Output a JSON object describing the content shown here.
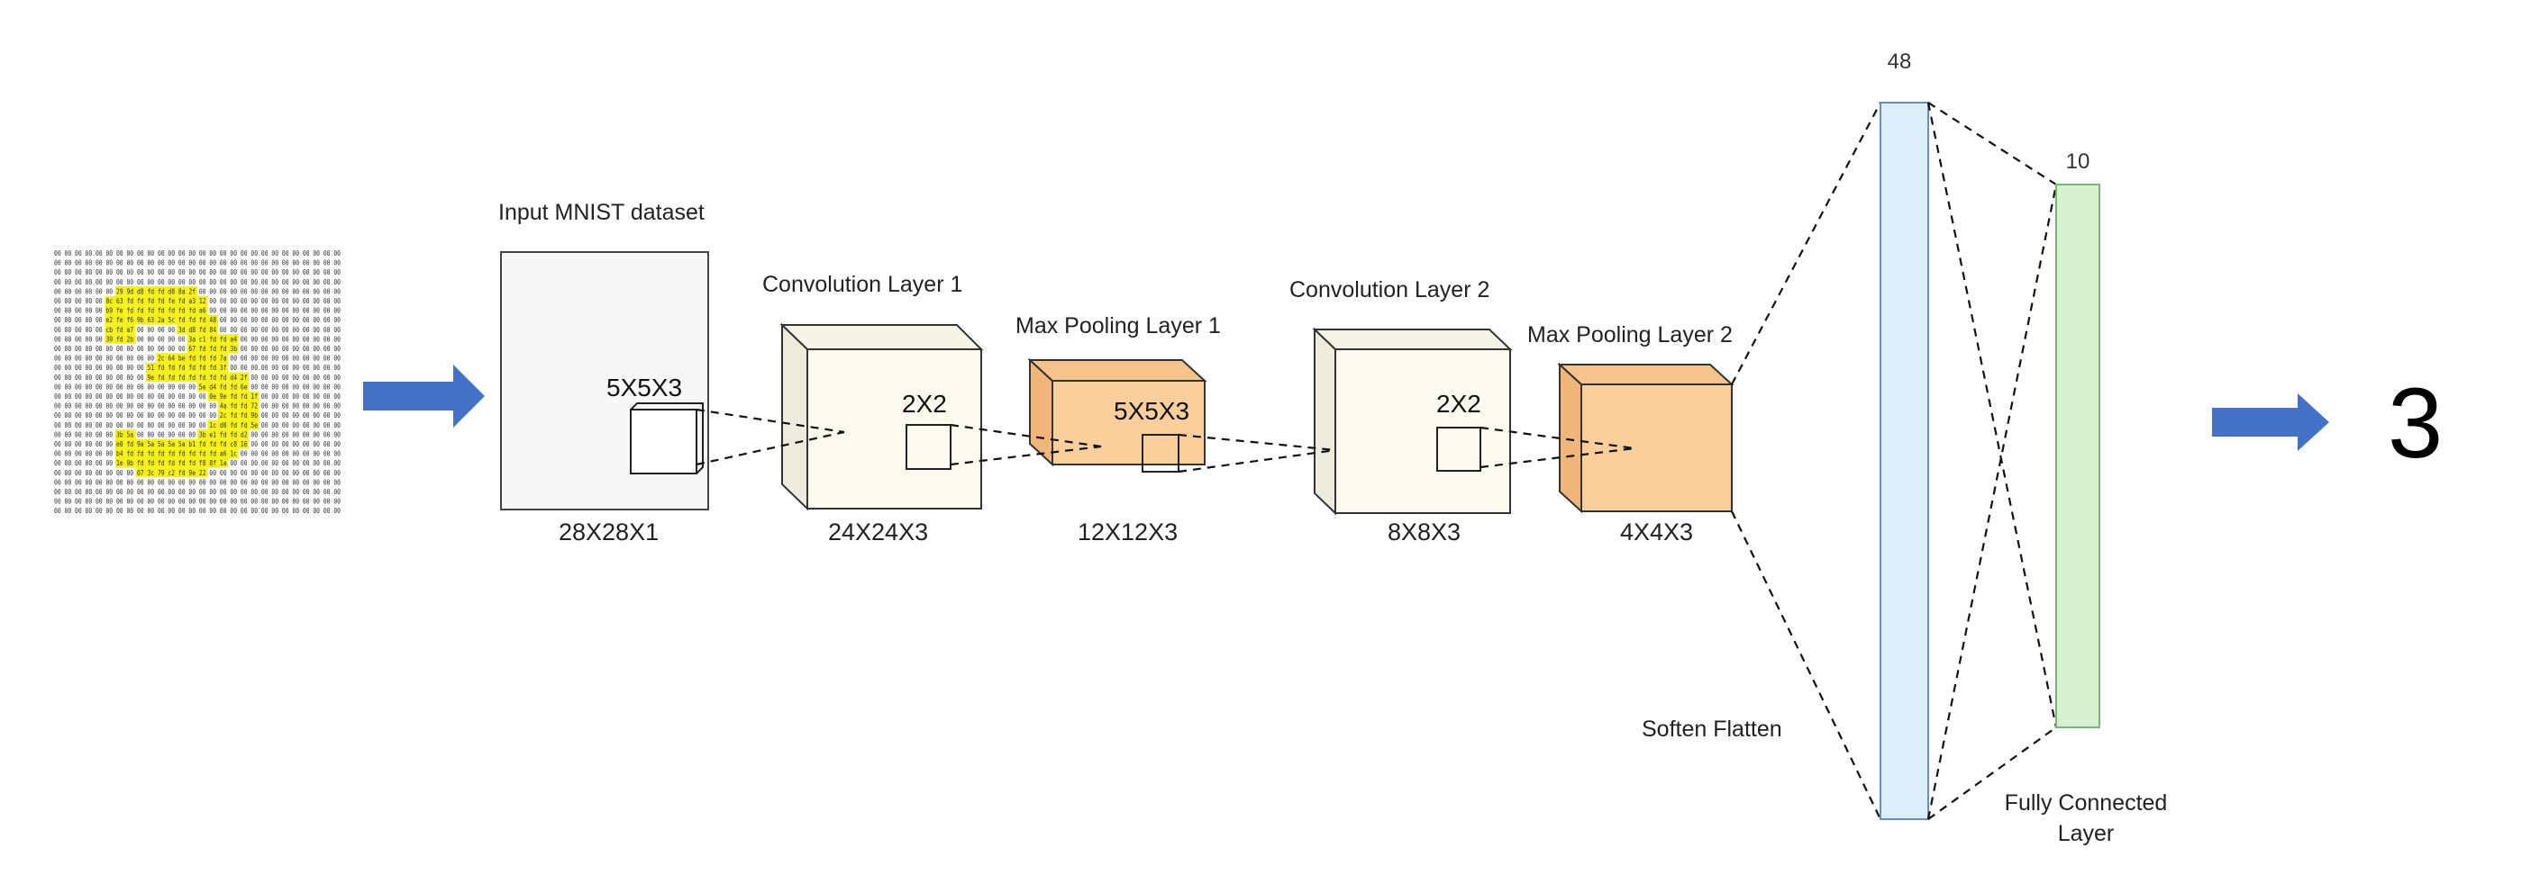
{
  "colors": {
    "arrow": "#4472c4",
    "input_box": "#f7f7f7",
    "conv_face": "#fdfbf0",
    "conv_side": "#ecebdd",
    "conv_top": "#f5f4e6",
    "pool_face": "#fbcf9c",
    "pool_side": "#f0b57a",
    "pool_top": "#f7c38c",
    "dense48": "#dcedfb",
    "dense10": "#d9f1d3",
    "highlight": "#f5f019"
  },
  "icons": {
    "input_arrow": "right-arrow-icon",
    "output_arrow": "right-arrow-icon"
  },
  "mnist_grid": {
    "rows": [
      "00 00 00 00 00 00 00 00 00 00 00 00 00 00 00 00 00 00 00 00 00 00 00 00 00 00 00 00",
      "00 00 00 00 00 00 00 00 00 00 00 00 00 00 00 00 00 00 00 00 00 00 00 00 00 00 00 00",
      "00 00 00 00 00 00 00 00 00 00 00 00 00 00 00 00 00 00 00 00 00 00 00 00 00 00 00 00",
      "00 00 00 00 00 00 00 00 00 00 00 00 00 00 00 00 00 00 00 00 00 00 00 00 00 00 00 00",
      "00 00 00 00 00 00 29 9d d8 fd fd d8 8a 2f 00 00 00 00 00 00 00 00 00 00 00 00 00 00",
      "00 00 00 00 00 0c 63 fd fd fd fd fe fd a3 12 00 00 00 00 00 00 00 00 00 00 00 00 00",
      "00 00 00 00 00 b9 fe fd fd fd fd fd fd fd a6 00 00 00 00 00 00 00 00 00 00 00 00 00",
      "00 00 00 00 00 e2 fe f6 9b 63 2a 5c fd fd fd 48 00 00 00 00 00 00 00 00 00 00 00 00",
      "00 00 00 00 00 cb fd a7 00 00 00 00 3d d8 fd 84 00 00 00 00 00 00 00 00 00 00 00 00",
      "00 00 00 00 00 39 fd 2b 00 00 00 00 00 3a c1 fd fd a4 00 00 00 00 00 00 00 00 00 00",
      "00 00 00 00 00 00 00 00 00 00 00 00 00 67 fd fd fd 3b 00 00 00 00 00 00 00 00 00 00",
      "00 00 00 00 00 00 00 00 00 00 2c 64 be fd fd fd 7a 00 00 00 00 00 00 00 00 00 00 00",
      "00 00 00 00 00 00 00 00 00 51 fd fd fd fd fd fd 3f 00 00 00 00 00 00 00 00 00 00 00",
      "00 00 00 00 00 00 00 00 00 9e fd fd fd fd fd fd fd d4 2f 00 00 00 00 00 00 00 00 00",
      "00 00 00 00 00 00 00 00 00 00 00 00 00 00 5e d4 fd fd 6e 00 00 00 00 00 00 00 00 00",
      "00 00 00 00 00 00 00 00 00 00 00 00 00 00 00 0e 9e fd fd 1f 00 00 00 00 00 00 00 00",
      "00 00 00 00 00 00 00 00 00 00 00 00 00 00 00 00 4a fd fd 72 00 00 00 00 00 00 00 00",
      "00 00 00 00 00 00 00 00 00 00 00 00 00 00 00 00 2c fd fd 9b 00 00 00 00 00 00 00 00",
      "00 00 00 00 00 00 00 00 00 00 00 00 00 00 00 1c d0 fd fd 5e 00 00 00 00 00 00 00 00",
      "00 00 00 00 00 00 3b 5a 00 00 00 00 00 00 3b e1 fd fd d2 00 00 00 00 00 00 00 00 00",
      "00 00 00 00 00 00 e0 fd 9a 5a 5a 5a 5a b1 fd fd fd c8 16 00 00 00 00 00 00 00 00 00",
      "00 00 00 00 00 00 b4 fd fd fd fd fd fd fd fd fd a6 1c 00 00 00 00 00 00 00 00 00 00",
      "00 00 00 00 00 00 1e 9b fd fd fd fd fd fd f8 8f 1a 00 00 00 00 00 00 00 00 00 00 00",
      "00 00 00 00 00 00 00 00 07 3c 79 c2 fd 9e 22 00 00 00 00 00 00 00 00 00 00 00 00 00",
      "00 00 00 00 00 00 00 00 00 00 00 00 00 00 00 00 00 00 00 00 00 00 00 00 00 00 00 00",
      "00 00 00 00 00 00 00 00 00 00 00 00 00 00 00 00 00 00 00 00 00 00 00 00 00 00 00 00",
      "00 00 00 00 00 00 00 00 00 00 00 00 00 00 00 00 00 00 00 00 00 00 00 00 00 00 00 00",
      "00 00 00 00 00 00 00 00 00 00 00 00 00 00 00 00 00 00 00 00 00 00 00 00 00 00 00 00"
    ]
  },
  "input": {
    "title": "Input MNIST dataset",
    "kernel": "5X5X3",
    "dims": "28X28X1"
  },
  "conv1": {
    "title": "Convolution Layer 1",
    "kernel": "2X2",
    "dims": "24X24X3"
  },
  "pool1": {
    "title": "Max Pooling Layer 1",
    "kernel": "5X5X3",
    "dims": "12X12X3"
  },
  "conv2": {
    "title": "Convolution Layer 2",
    "kernel": "2X2",
    "dims": "8X8X3"
  },
  "pool2": {
    "title": "Max Pooling Layer 2",
    "dims": "4X4X3"
  },
  "flatten": {
    "label": "Soften Flatten",
    "units": "48"
  },
  "dense": {
    "label_line1": "Fully Connected",
    "label_line2": "Layer",
    "units": "10"
  },
  "output": {
    "value": "3"
  }
}
